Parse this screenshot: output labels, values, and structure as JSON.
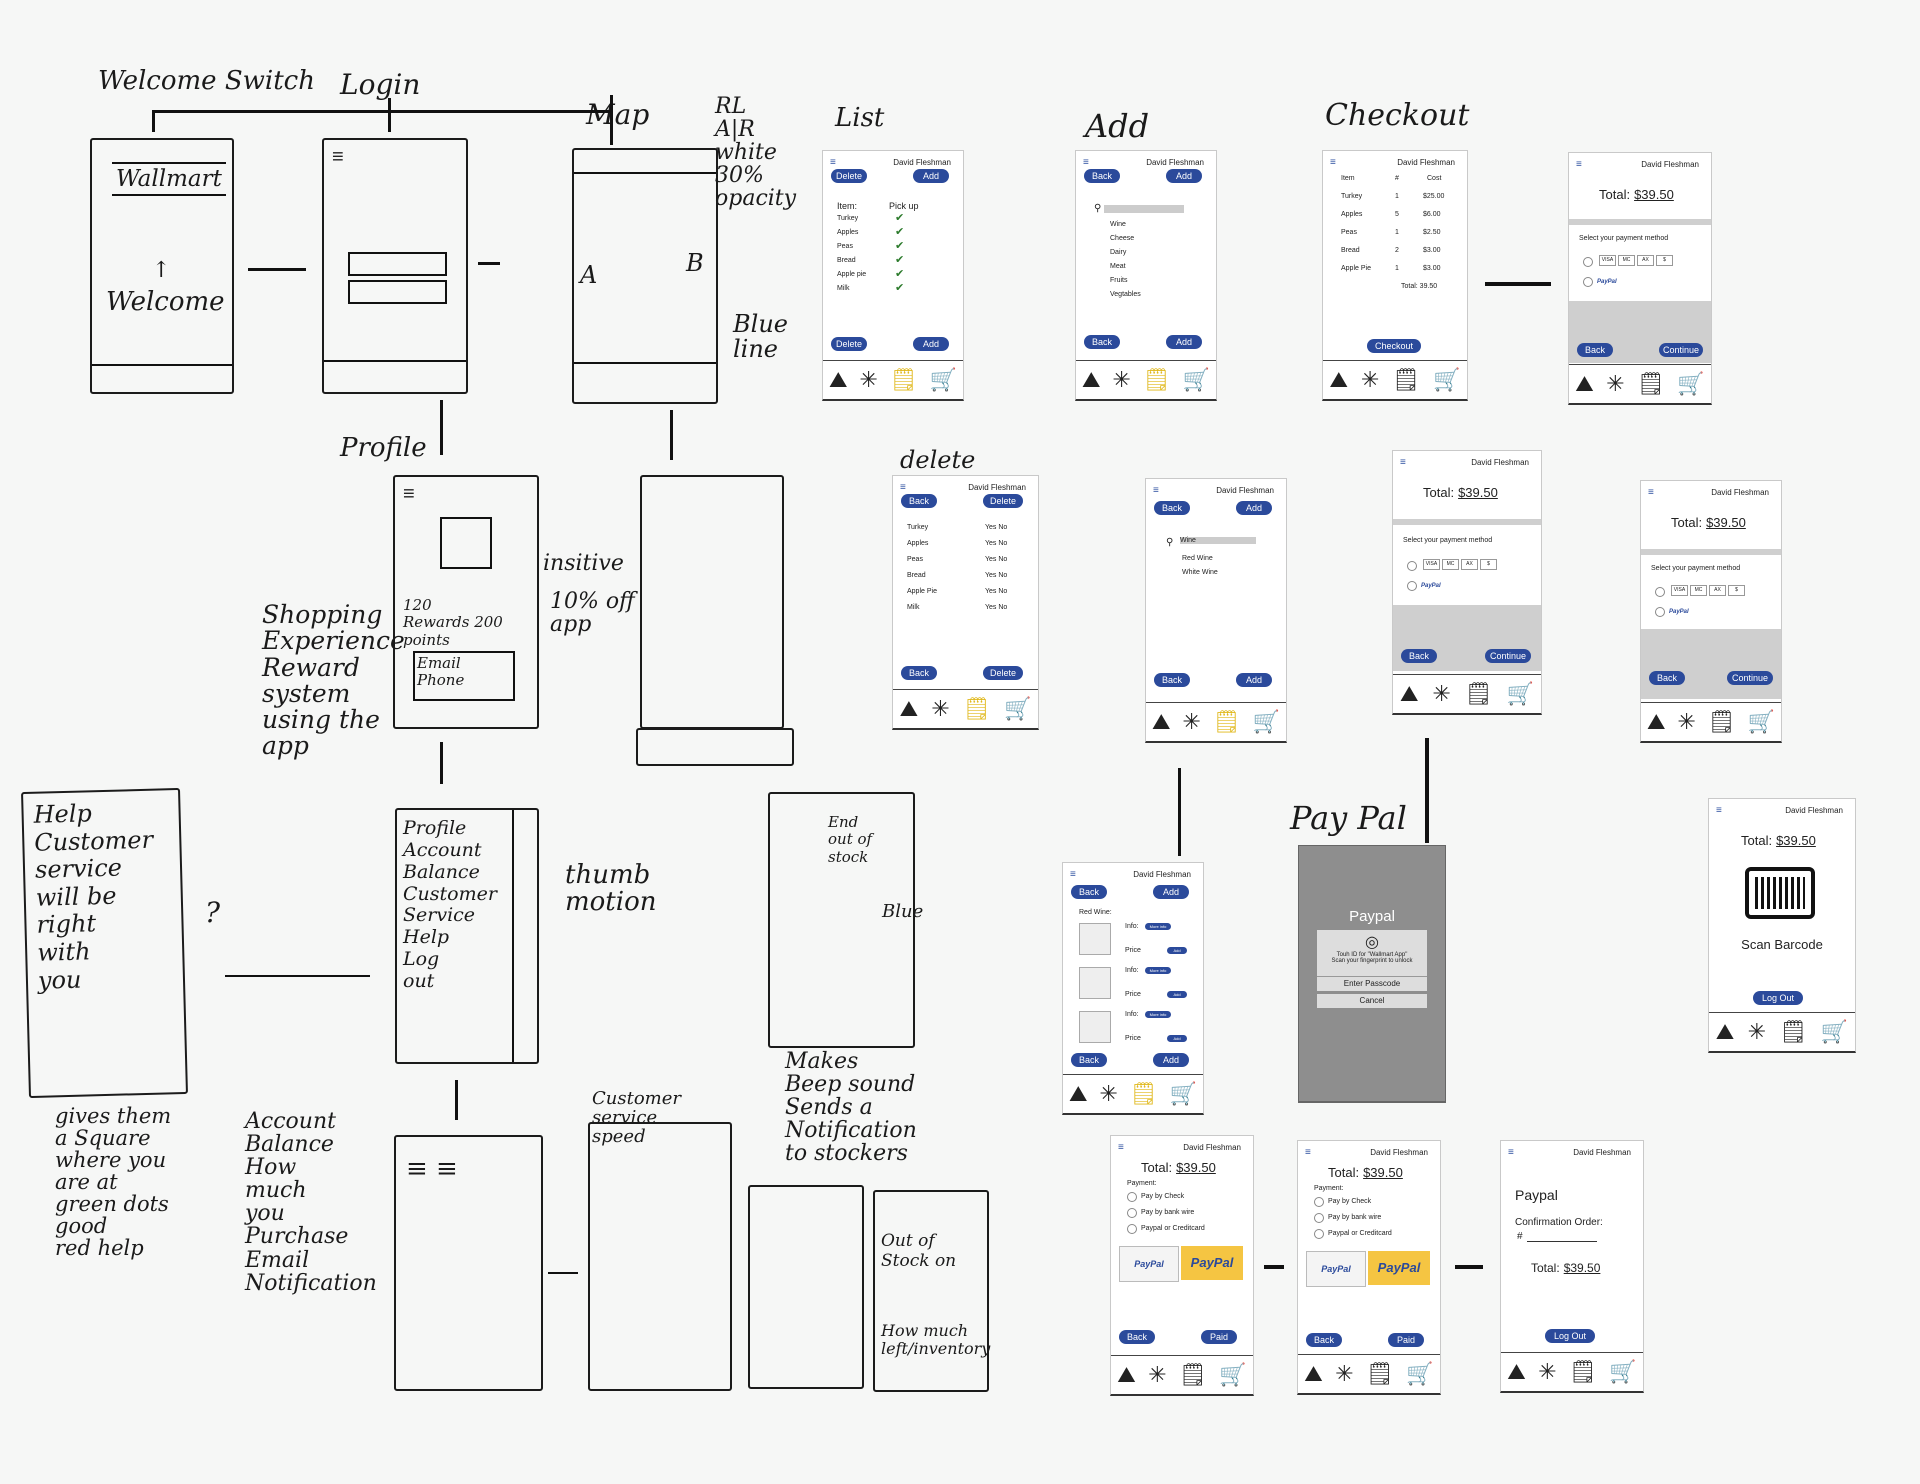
{
  "labels": {
    "welcome_switch": "Welcome Switch",
    "login": "Login",
    "map": "Map",
    "list": "List",
    "add": "Add",
    "checkout": "Checkout",
    "rl_air": "RL\nA|R\nwhite\n30%\nopacity",
    "blue_line": "Blue\nline",
    "profile": "Profile",
    "delete": "delete",
    "insitive": "insitive",
    "pct_off": "10% off\napp",
    "shopping": "Shopping\nExperience\nReward\nsystem\nusing the\napp",
    "thumb": "thumb\nmotion",
    "paypal_title": "Pay Pal",
    "help_notes": "gives them\na Square\nwhere you\nare at\ngreen dots\ngood\nred help",
    "account_notes": "Account\nBalance\nHow\nmuch\nyou\nPurchase\nEmail\nNotification",
    "makes": "Makes\nBeep sound\nSends a\nNotification\nto stockers",
    "cust_speed": "Customer\nservice\nspeed"
  },
  "sketch": {
    "wallmart": "Wallmart",
    "welcome": "Welcome",
    "rewards": "120\nRewards 200 points",
    "email": "Email\nPhone",
    "menu": "Profile\nAccount\nBalance\nCustomer\nService\nHelp\nLog\nout",
    "help": "Help\nCustomer\nservice\nwill be\nright\nwith\nyou",
    "q": "?",
    "out_of_stock": "Out of\nStock on",
    "how_much": "How much\nleft/inventory",
    "end": "End\nout of\nstock",
    "blue": "Blue",
    "a": "A",
    "b": "B"
  },
  "app": {
    "user": "David Fleshman",
    "back": "Back",
    "add": "Add",
    "delete": "Delete",
    "continue": "Continue",
    "checkout": "Checkout",
    "paid": "Paid",
    "logout": "Log Out",
    "list_header": [
      "Item:",
      "Pick up"
    ],
    "items": [
      "Turkey",
      "Apples",
      "Peas",
      "Bread",
      "Apple pie",
      "Milk"
    ],
    "del_items": [
      "Turkey",
      "Apples",
      "Peas",
      "Bread",
      "Apple Pie",
      "Milk"
    ],
    "yes_no": "Yes  No",
    "categories": [
      "Wine",
      "Cheese",
      "Dairy",
      "Meat",
      "Fruits",
      "Vegtables"
    ],
    "wine_search": "Wine",
    "wines": [
      "Red Wine",
      "White Wine"
    ],
    "red_wine": "Red Wine:",
    "info": "Info:",
    "more_info": "More info",
    "price": "Price",
    "checkout_header": [
      "Item",
      "#",
      "Cost"
    ],
    "checkout_rows": [
      [
        "Turkey",
        "1",
        "$25.00"
      ],
      [
        "Apples",
        "5",
        "$6.00"
      ],
      [
        "Peas",
        "1",
        "$2.50"
      ],
      [
        "Bread",
        "2",
        "$3.00"
      ],
      [
        "Apple Pie",
        "1",
        "$3.00"
      ]
    ],
    "total_line": "Total: 39.50",
    "total_label": "Total:",
    "total_value": "$39.50",
    "select_payment": "Select your payment method",
    "paypal_logo": "PayPal",
    "paypal_screen": {
      "title": "Paypal",
      "touch": "Touh ID for \"Wallmart App\"\nScan your fingerprint to unlock",
      "passcode": "Enter Passcode",
      "cancel": "Cancel"
    },
    "payment": "Payment:",
    "pay_options": [
      "Pay by Check",
      "Pay by bank wire",
      "Paypal or Creditcard"
    ],
    "confirm": {
      "title": "Paypal",
      "order": "Confirmation Order:",
      "hash": "#"
    },
    "scan": "Scan Barcode"
  }
}
